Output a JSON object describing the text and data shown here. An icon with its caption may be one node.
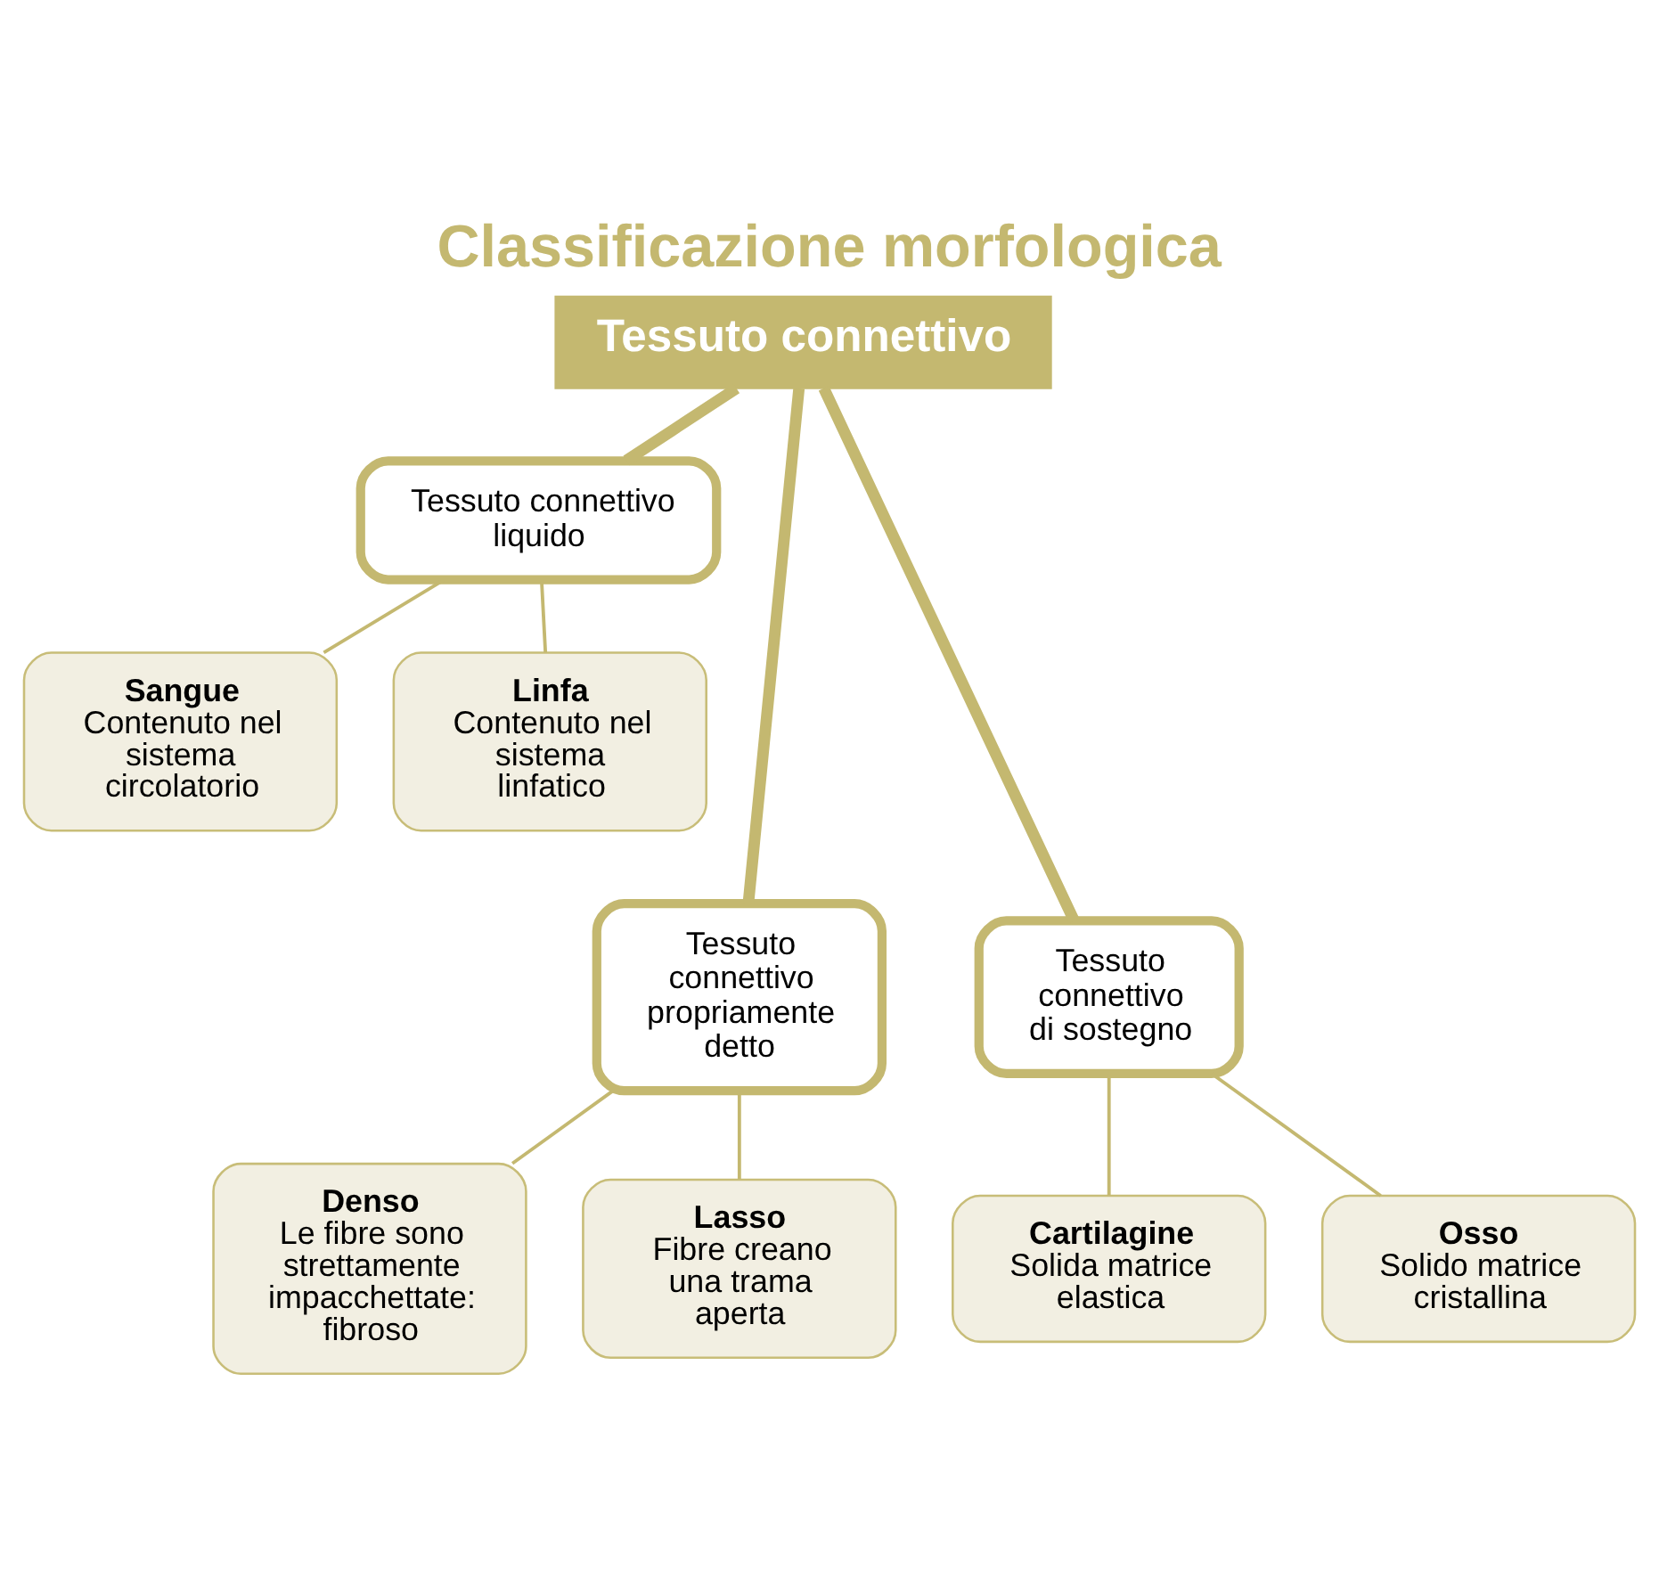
{
  "diagram": {
    "title": "Classificazione morfologica",
    "nodes": [
      {
        "text": [
          "Tessuto connettivo"
        ]
      },
      {
        "text": [
          "Tessuto connettivo liquido"
        ]
      },
      {
        "text": [
          "Sangue",
          "Contenuto nel sistema circolatorio"
        ]
      },
      {
        "text": [
          "Linfa",
          "Contenuto nel sistema linfatico"
        ]
      },
      {
        "text": [
          "Tessuto connettivo propriamente detto"
        ]
      },
      {
        "text": [
          "Denso",
          "Le fibre sono strettamente impacchettate: fibroso"
        ]
      },
      {
        "text": [
          "Lasso",
          "Fibre creano una trama aperta"
        ]
      },
      {
        "text": [
          "Tessuto connettivo di sostegno"
        ]
      },
      {
        "text": [
          "Cartilagine",
          "Solida matrice elastica"
        ]
      },
      {
        "text": [
          "Osso",
          "Solido matrice cristallina"
        ]
      }
    ],
    "edges": [
      {
        "from": 0,
        "to": 1,
        "arrow": "none",
        "style": "thick"
      },
      {
        "from": 0,
        "to": 4,
        "arrow": "none",
        "style": "thick"
      },
      {
        "from": 0,
        "to": 7,
        "arrow": "none",
        "style": "thick"
      },
      {
        "from": 1,
        "to": 2,
        "arrow": "none"
      },
      {
        "from": 1,
        "to": 3,
        "arrow": "none"
      },
      {
        "from": 4,
        "to": 5,
        "arrow": "none"
      },
      {
        "from": 4,
        "to": 6,
        "arrow": "none"
      },
      {
        "from": 7,
        "to": 8,
        "arrow": "none"
      },
      {
        "from": 7,
        "to": 9,
        "arrow": "none"
      }
    ]
  }
}
